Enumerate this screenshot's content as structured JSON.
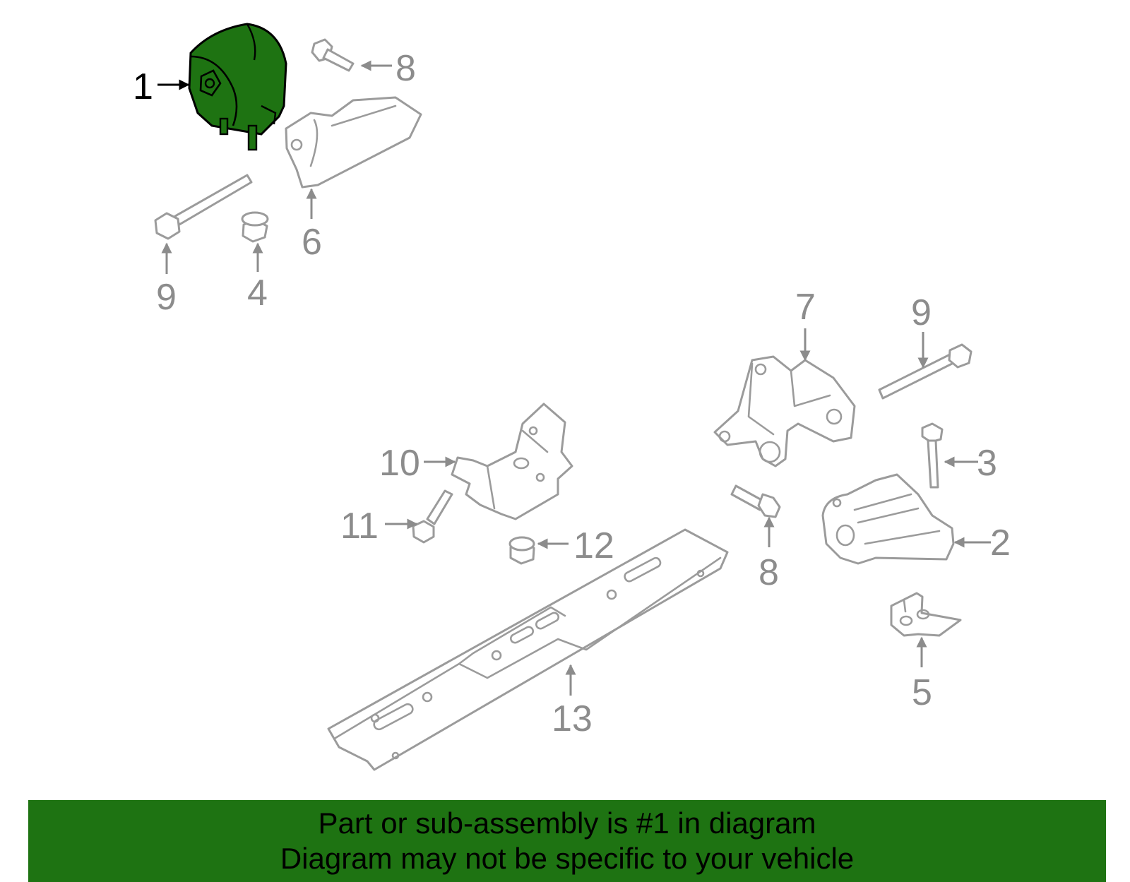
{
  "callouts": {
    "c1": "1",
    "c2": "2",
    "c3": "3",
    "c4": "4",
    "c5": "5",
    "c6": "6",
    "c7": "7",
    "c8a": "8",
    "c8b": "8",
    "c9a": "9",
    "c9b": "9",
    "c10": "10",
    "c11": "11",
    "c12": "12",
    "c13": "13"
  },
  "highlight": {
    "part": "1",
    "color": "#1e7312"
  },
  "banner": {
    "line1": "Part or sub-assembly is #1 in diagram",
    "line2": "Diagram may not be specific to your vehicle",
    "color": "#1e7312"
  },
  "colors": {
    "line": "#9b9b9b",
    "label": "#8c8c8c",
    "highlight_label": "#000000"
  }
}
